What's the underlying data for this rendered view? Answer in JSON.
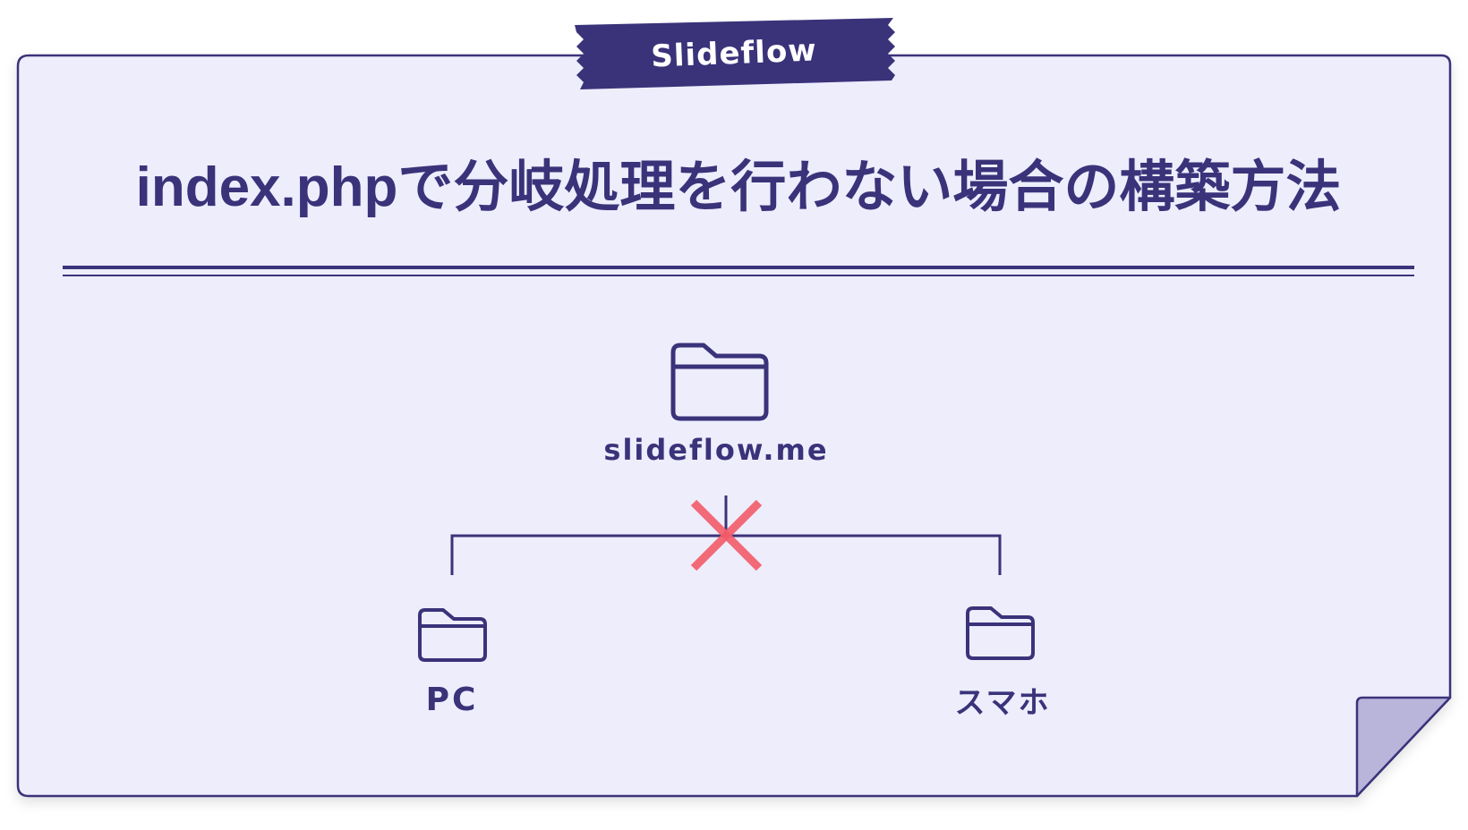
{
  "brand": {
    "tape_label": "Slideflow"
  },
  "header": {
    "title": "index.phpで分岐処理を行わない場合の構築方法"
  },
  "diagram": {
    "root": {
      "label": "slideflow.me",
      "icon": "folder-icon"
    },
    "blocked_marker": {
      "icon": "cross-icon",
      "color": "#f25b68"
    },
    "children": [
      {
        "label": "PC",
        "icon": "folder-icon"
      },
      {
        "label": "スマホ",
        "icon": "folder-icon"
      }
    ]
  },
  "colors": {
    "primary": "#3a337a",
    "card_background": "#eeedfc",
    "page_curl": "#b8b4da",
    "cross": "#f25b68",
    "text_on_tape": "#ffffff"
  }
}
